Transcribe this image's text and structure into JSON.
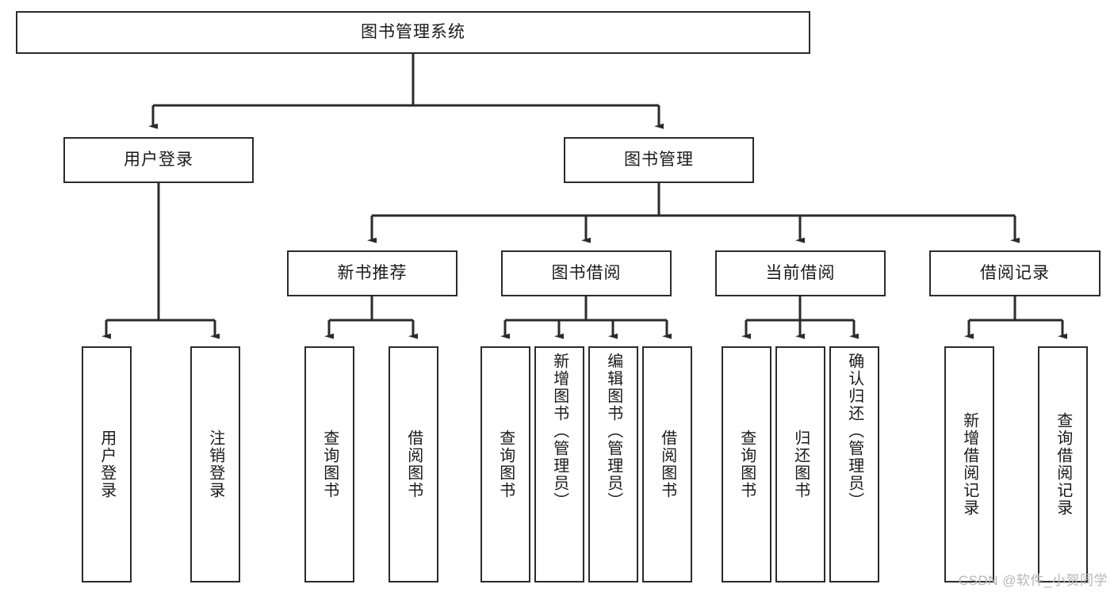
{
  "diagram": {
    "title_node": {
      "label": "图书管理系统"
    },
    "level2": [
      {
        "label": "用户登录"
      },
      {
        "label": "图书管理"
      }
    ],
    "level3": [
      {
        "label": "新书推荐"
      },
      {
        "label": "图书借阅"
      },
      {
        "label": "当前借阅"
      },
      {
        "label": "借阅记录"
      }
    ],
    "leaves": [
      {
        "label": "用户登录"
      },
      {
        "label": "注销登录"
      },
      {
        "label": "查询图书"
      },
      {
        "label": "借阅图书"
      },
      {
        "label": "查询图书"
      },
      {
        "label": "新增图书（管理员）"
      },
      {
        "label": "编辑图书（管理员）"
      },
      {
        "label": "借阅图书"
      },
      {
        "label": "查询图书"
      },
      {
        "label": "归还图书"
      },
      {
        "label": "确认归还（管理员）"
      },
      {
        "label": "新增借阅记录"
      },
      {
        "label": "查询借阅记录"
      }
    ]
  },
  "watermark": {
    "text": "CSDN @软件_小贺同学"
  },
  "colors": {
    "stroke": "#2b2b2b",
    "fill": "#ffffff",
    "text": "#1a1a1a",
    "watermark": "#b6b6b6"
  }
}
